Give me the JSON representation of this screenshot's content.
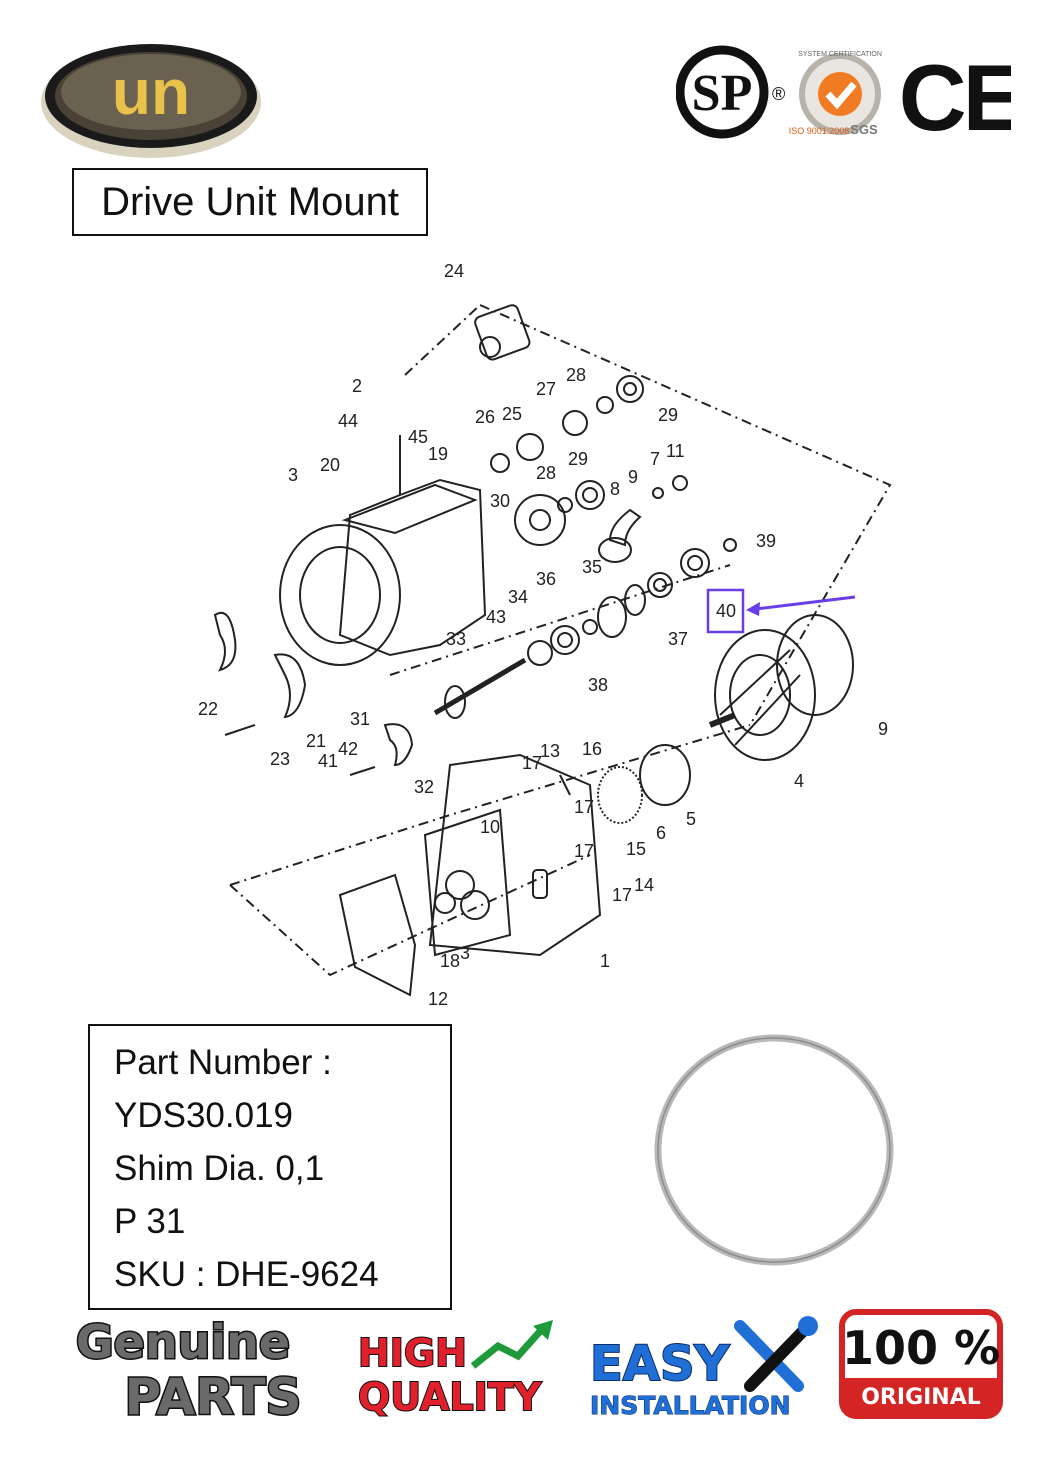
{
  "brand": {
    "logo_text": "un"
  },
  "certifications": {
    "csa": {
      "text": "SP",
      "mark": "®"
    },
    "iso": {
      "ring_text": "SYSTEM CERTIFICATION",
      "standard": "ISO 9001:2008",
      "issuer": "SGS"
    },
    "ce": {
      "text": "CE"
    }
  },
  "title": "Drive Unit Mount",
  "diagram": {
    "labels": [
      "24",
      "2",
      "44",
      "45",
      "3",
      "20",
      "19",
      "26",
      "25",
      "27",
      "28",
      "29",
      "28",
      "29",
      "30",
      "8",
      "9",
      "7",
      "11",
      "39",
      "35",
      "36",
      "34",
      "43",
      "33",
      "37",
      "38",
      "40",
      "31",
      "22",
      "23",
      "21",
      "41",
      "42",
      "32",
      "17",
      "13",
      "16",
      "9",
      "4",
      "5",
      "6",
      "10",
      "17",
      "17",
      "15",
      "17",
      "14",
      "18",
      "3",
      "1",
      "12"
    ],
    "highlight": {
      "label": "40",
      "color": "#6a3de8"
    },
    "colors": {
      "line": "#222222",
      "highlight": "#6a3de8"
    }
  },
  "part_info": {
    "lines": [
      "Part Number :",
      "YDS30.019",
      "Shim Dia. 0,1",
      "P 31",
      "SKU : DHE-9624"
    ]
  },
  "badges": {
    "genuine": {
      "line1": "Genuine",
      "line2": "PARTS"
    },
    "quality": {
      "line1": "HIGH",
      "line2": "QUALITY",
      "color": "#e0202a"
    },
    "easy": {
      "line1": "EASY",
      "line2": "INSTALLATION",
      "color": "#1f6fd6"
    },
    "original": {
      "line1": "100 %",
      "line2": "ORIGINAL",
      "color": "#d42424"
    }
  }
}
